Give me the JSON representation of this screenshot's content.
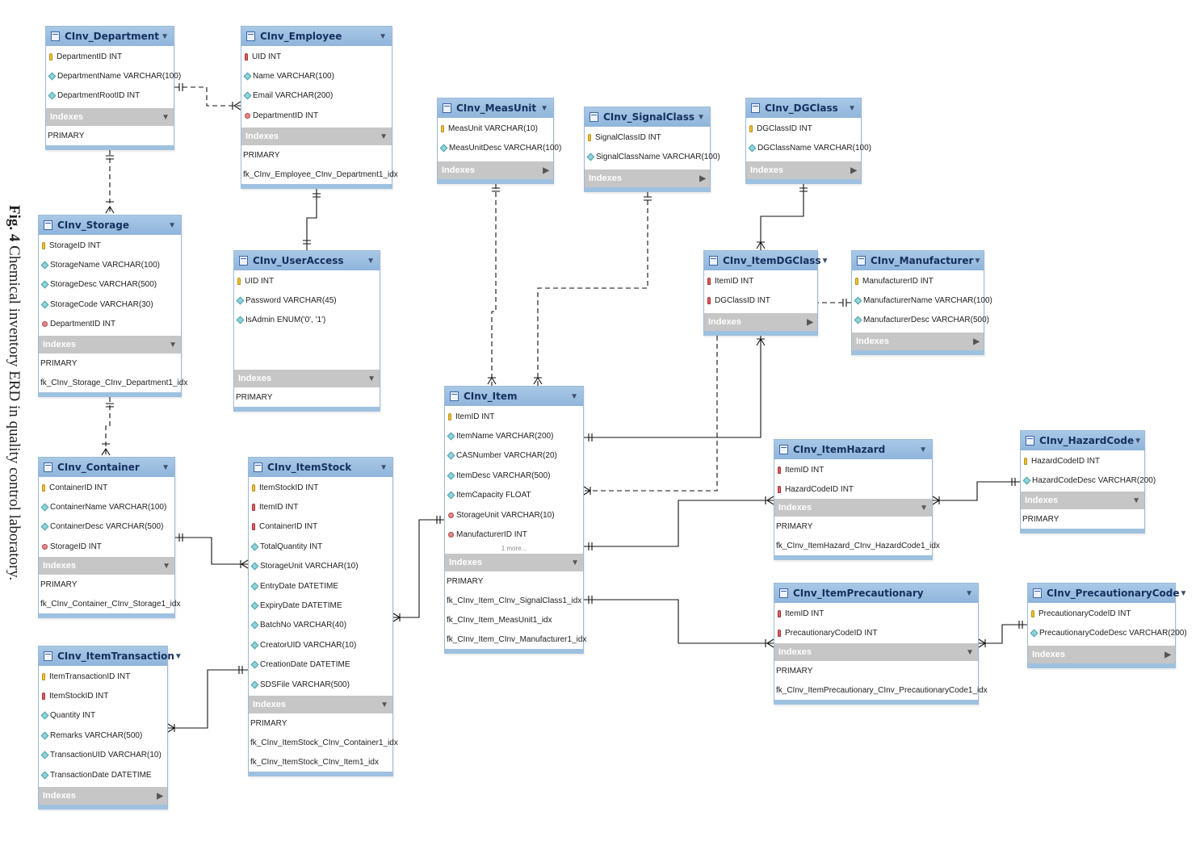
{
  "caption": {
    "fig": "Fig. 4",
    "text": "Chemical inventory ERD in quality control laboratory."
  },
  "indexes_label": "Indexes",
  "tables": {
    "department": {
      "name": "CInv_Department",
      "fields": [
        {
          "key": "pk",
          "text": "DepartmentID INT"
        },
        {
          "key": "col",
          "text": "DepartmentName VARCHAR(100)"
        },
        {
          "key": "col",
          "text": "DepartmentRootID INT"
        }
      ],
      "indexes": [
        "PRIMARY"
      ]
    },
    "employee": {
      "name": "CInv_Employee",
      "fields": [
        {
          "key": "fk",
          "text": "UID INT"
        },
        {
          "key": "col",
          "text": "Name VARCHAR(100)"
        },
        {
          "key": "col",
          "text": "Email VARCHAR(200)"
        },
        {
          "key": "fkcol",
          "text": "DepartmentID INT"
        }
      ],
      "indexes": [
        "PRIMARY",
        "fk_CInv_Employee_CInv_Department1_idx"
      ]
    },
    "storage": {
      "name": "CInv_Storage",
      "fields": [
        {
          "key": "pk",
          "text": "StorageID INT"
        },
        {
          "key": "col",
          "text": "StorageName VARCHAR(100)"
        },
        {
          "key": "col",
          "text": "StorageDesc VARCHAR(500)"
        },
        {
          "key": "col",
          "text": "StorageCode VARCHAR(30)"
        },
        {
          "key": "fkcol",
          "text": "DepartmentID INT"
        }
      ],
      "indexes": [
        "PRIMARY",
        "fk_CInv_Storage_CInv_Department1_idx"
      ]
    },
    "useraccess": {
      "name": "CInv_UserAccess",
      "fields": [
        {
          "key": "pk",
          "text": "UID INT"
        },
        {
          "key": "col",
          "text": "Password VARCHAR(45)"
        },
        {
          "key": "col",
          "text": "IsAdmin ENUM('0', '1')"
        }
      ],
      "indexes": [
        "PRIMARY"
      ]
    },
    "measunit": {
      "name": "CInv_MeasUnit",
      "fields": [
        {
          "key": "pk",
          "text": "MeasUnit VARCHAR(10)"
        },
        {
          "key": "col",
          "text": "MeasUnitDesc VARCHAR(100)"
        }
      ],
      "indexes": []
    },
    "signalclass": {
      "name": "CInv_SignalClass",
      "fields": [
        {
          "key": "pk",
          "text": "SignalClassID INT"
        },
        {
          "key": "col",
          "text": "SignalClassName VARCHAR(100)"
        }
      ],
      "indexes": []
    },
    "dgclass": {
      "name": "CInv_DGClass",
      "fields": [
        {
          "key": "pk",
          "text": "DGClassID INT"
        },
        {
          "key": "col",
          "text": "DGClassName VARCHAR(100)"
        }
      ],
      "indexes": []
    },
    "itemdgclass": {
      "name": "CInv_ItemDGClass",
      "fields": [
        {
          "key": "fk",
          "text": "ItemID INT"
        },
        {
          "key": "fk",
          "text": "DGClassID INT"
        }
      ],
      "indexes": []
    },
    "manufacturer": {
      "name": "CInv_Manufacturer",
      "fields": [
        {
          "key": "pk",
          "text": "ManufacturerID INT"
        },
        {
          "key": "col",
          "text": "ManufacturerName VARCHAR(100)"
        },
        {
          "key": "col",
          "text": "ManufacturerDesc VARCHAR(500)"
        }
      ],
      "indexes": []
    },
    "item": {
      "name": "CInv_Item",
      "fields": [
        {
          "key": "pk",
          "text": "ItemID INT"
        },
        {
          "key": "col",
          "text": "ItemName VARCHAR(200)"
        },
        {
          "key": "col",
          "text": "CASNumber VARCHAR(20)"
        },
        {
          "key": "col",
          "text": "ItemDesc VARCHAR(500)"
        },
        {
          "key": "col",
          "text": "ItemCapacity FLOAT"
        },
        {
          "key": "fkcol",
          "text": "StorageUnit VARCHAR(10)"
        },
        {
          "key": "fkcol",
          "text": "ManufacturerID INT"
        }
      ],
      "more": "1 more...",
      "indexes": [
        "PRIMARY",
        "fk_CInv_Item_CInv_SignalClass1_idx",
        "fk_CInv_Item_MeasUnit1_idx",
        "fk_CInv_Item_CInv_Manufacturer1_idx"
      ]
    },
    "container": {
      "name": "CInv_Container",
      "fields": [
        {
          "key": "pk",
          "text": "ContainerID INT"
        },
        {
          "key": "col",
          "text": "ContainerName VARCHAR(100)"
        },
        {
          "key": "col",
          "text": "ContainerDesc VARCHAR(500)"
        },
        {
          "key": "fkcol",
          "text": "StorageID INT"
        }
      ],
      "indexes": [
        "PRIMARY",
        "fk_CInv_Container_CInv_Storage1_idx"
      ]
    },
    "itemstock": {
      "name": "CInv_ItemStock",
      "fields": [
        {
          "key": "pk",
          "text": "ItemStockID INT"
        },
        {
          "key": "fk",
          "text": "ItemID INT"
        },
        {
          "key": "fk",
          "text": "ContainerID INT"
        },
        {
          "key": "col",
          "text": "TotalQuantity INT"
        },
        {
          "key": "col",
          "text": "StorageUnit VARCHAR(10)"
        },
        {
          "key": "col",
          "text": "EntryDate DATETIME"
        },
        {
          "key": "col",
          "text": "ExpiryDate DATETIME"
        },
        {
          "key": "col",
          "text": "BatchNo VARCHAR(40)"
        },
        {
          "key": "col",
          "text": "CreatorUID VARCHAR(10)"
        },
        {
          "key": "col",
          "text": "CreationDate DATETIME"
        },
        {
          "key": "col",
          "text": "SDSFile VARCHAR(500)"
        }
      ],
      "indexes": [
        "PRIMARY",
        "fk_CInv_ItemStock_CInv_Container1_idx",
        "fk_CInv_ItemStock_CInv_Item1_idx"
      ]
    },
    "itemtransaction": {
      "name": "CInv_ItemTransaction",
      "fields": [
        {
          "key": "pk",
          "text": "ItemTransactionID INT"
        },
        {
          "key": "fk",
          "text": "ItemStockID INT"
        },
        {
          "key": "col",
          "text": "Quantity INT"
        },
        {
          "key": "col",
          "text": "Remarks VARCHAR(500)"
        },
        {
          "key": "col",
          "text": "TransactionUID VARCHAR(10)"
        },
        {
          "key": "col",
          "text": "TransactionDate DATETIME"
        }
      ],
      "indexes": []
    },
    "itemhazard": {
      "name": "CInv_ItemHazard",
      "fields": [
        {
          "key": "fk",
          "text": "ItemID INT"
        },
        {
          "key": "fk",
          "text": "HazardCodeID INT"
        }
      ],
      "indexes": [
        "PRIMARY",
        "fk_CInv_ItemHazard_CInv_HazardCode1_idx"
      ]
    },
    "hazardcode": {
      "name": "CInv_HazardCode",
      "fields": [
        {
          "key": "pk",
          "text": "HazardCodeID INT"
        },
        {
          "key": "col",
          "text": "HazardCodeDesc VARCHAR(200)"
        }
      ],
      "indexes": [
        "PRIMARY"
      ]
    },
    "itemprecautionary": {
      "name": "CInv_ItemPrecautionary",
      "fields": [
        {
          "key": "fk",
          "text": "ItemID INT"
        },
        {
          "key": "fk",
          "text": "PrecautionaryCodeID INT"
        }
      ],
      "indexes": [
        "PRIMARY",
        "fk_CInv_ItemPrecautionary_CInv_PrecautionaryCode1_idx"
      ]
    },
    "precautionarycode": {
      "name": "CInv_PrecautionaryCode",
      "fields": [
        {
          "key": "pk",
          "text": "PrecautionaryCodeID INT"
        },
        {
          "key": "col",
          "text": "PrecautionaryCodeDesc VARCHAR(200)"
        }
      ],
      "indexes": []
    }
  }
}
